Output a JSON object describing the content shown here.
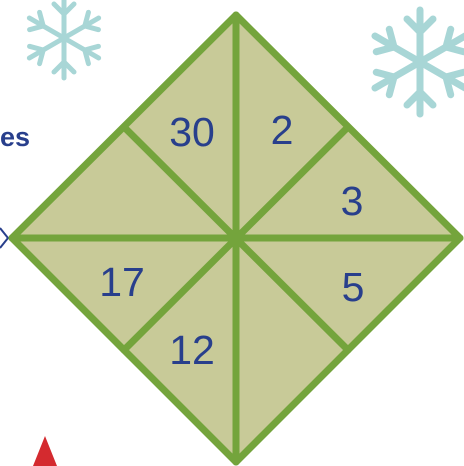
{
  "partial_heading": "es",
  "puzzle": {
    "cells": [
      {
        "id": "top-left",
        "value": "30"
      },
      {
        "id": "top-right",
        "value": "2"
      },
      {
        "id": "right-upper",
        "value": "3"
      },
      {
        "id": "right-lower",
        "value": "5"
      },
      {
        "id": "bottom-right",
        "value": ""
      },
      {
        "id": "bottom-left",
        "value": "12"
      },
      {
        "id": "left-lower",
        "value": "17"
      },
      {
        "id": "left-upper",
        "value": ""
      }
    ]
  },
  "colors": {
    "fill": "#c8ca98",
    "stroke": "#74a43c",
    "number": "#283f8c",
    "snowflake": "#a8d6d6",
    "marker": "#d42a2f"
  },
  "icons": [
    "snowflake-icon",
    "snowflake-icon",
    "arrow-marker-icon",
    "triangle-marker-icon"
  ]
}
